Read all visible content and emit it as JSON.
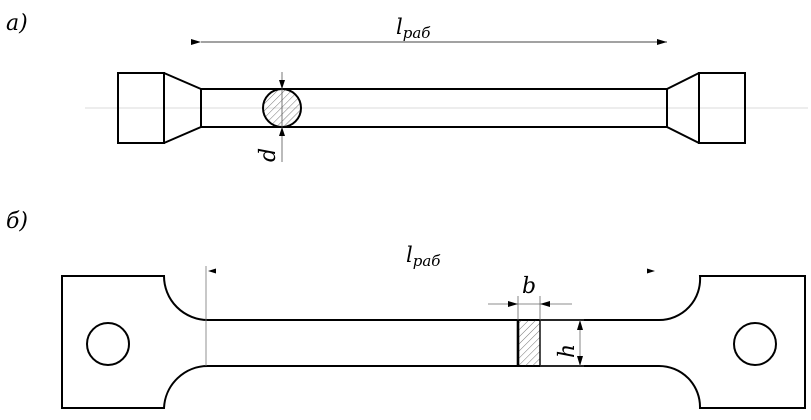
{
  "figure": {
    "part_a": {
      "label": "а)",
      "length_label": "l",
      "length_subscript": "раб",
      "diameter_label": "d"
    },
    "part_b": {
      "label": "б)",
      "length_label": "l",
      "length_subscript": "раб",
      "width_label": "b",
      "height_label": "h"
    }
  },
  "colors": {
    "stroke": "#000000",
    "thin": "#6a6a6a",
    "centerline": "#c8c8c8"
  }
}
